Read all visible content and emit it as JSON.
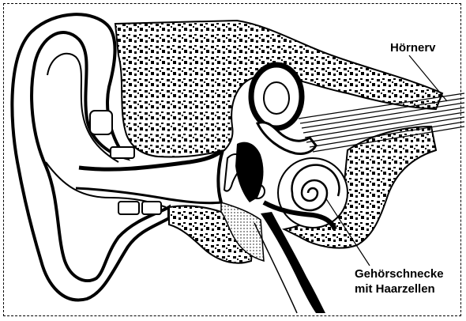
{
  "diagram": {
    "labels": {
      "nerve": "Hörnerv",
      "cochlea_line1": "Gehörschnecke",
      "cochlea_line2": "mit Haarzellen"
    },
    "colors": {
      "ink": "#000000",
      "paper": "#ffffff"
    }
  }
}
